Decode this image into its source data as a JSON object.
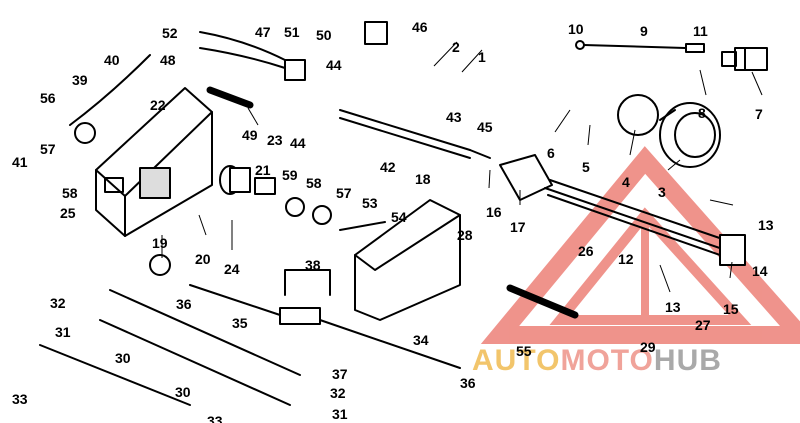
{
  "diagram": {
    "callouts": [
      "1",
      "2",
      "3",
      "4",
      "5",
      "6",
      "7",
      "8",
      "9",
      "10",
      "11",
      "12",
      "13",
      "13",
      "14",
      "15",
      "16",
      "17",
      "18",
      "19",
      "20",
      "21",
      "22",
      "23",
      "24",
      "25",
      "26",
      "27",
      "28",
      "29",
      "30",
      "30",
      "31",
      "31",
      "32",
      "32",
      "33",
      "33",
      "34",
      "35",
      "36",
      "36",
      "37",
      "38",
      "39",
      "40",
      "41",
      "42",
      "43",
      "44",
      "44",
      "45",
      "46",
      "47",
      "48",
      "49",
      "50",
      "51",
      "52",
      "53",
      "54",
      "55",
      "56",
      "57",
      "57",
      "58",
      "58",
      "59"
    ]
  },
  "watermark": {
    "part1": "AUTO",
    "part2": "MOTO",
    "part3": "HUB",
    "colors": {
      "part1": "#f2c56b",
      "part2": "#f0a39a",
      "part3": "#a9a9a9",
      "logo": "#e23b2e"
    }
  }
}
